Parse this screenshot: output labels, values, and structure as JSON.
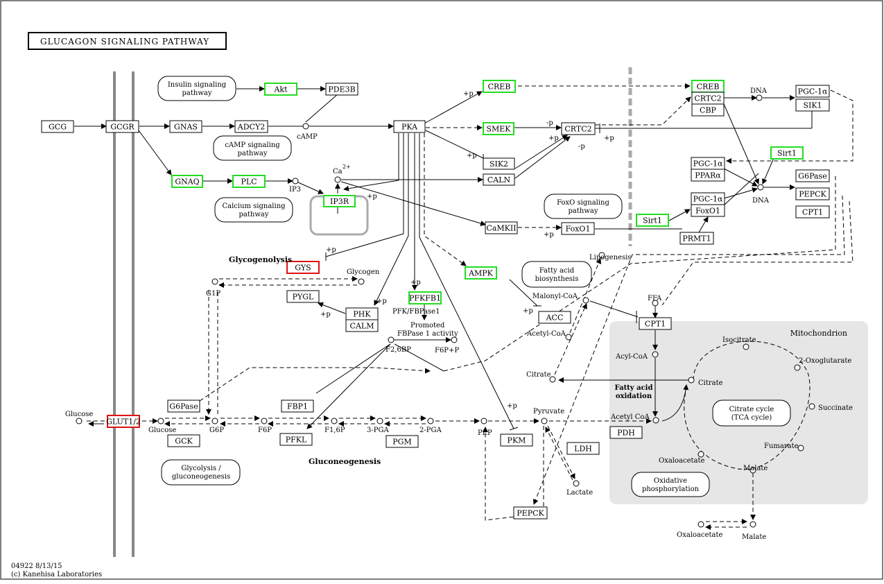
{
  "title": "GLUCAGON SIGNALING PATHWAY",
  "footer": {
    "id_date": "04922 8/13/15",
    "copyright": "(c) Kanehisa Laboratories"
  },
  "colors": {
    "gene_highlight_green": "#22dd22",
    "gene_highlight_red": "#e01010",
    "mitochondrion_fill": "#e6e6e6",
    "membrane": "#888888"
  },
  "genes": {
    "gcg": "GCG",
    "gcgr": "GCGR",
    "gnas": "GNAS",
    "adcy2": "ADCY2",
    "pka": "PKA",
    "akt": "Akt",
    "pde3b": "PDE3B",
    "gnaq": "GNAQ",
    "plc": "PLC",
    "ip3r": "IP3R",
    "creb1": "CREB",
    "smek": "SMEK",
    "sik2": "SIK2",
    "caln": "CALN",
    "crtc2a": "CRTC2",
    "camkii": "CaMKII",
    "foxo1a": "FoxO1",
    "creb2": "CREB",
    "crtc2b": "CRTC2",
    "cbp": "CBP",
    "pgc1a1": "PGC-1α",
    "sik1": "SIK1",
    "sirt1a": "Sirt1",
    "pgc1a2": "PGC-1α",
    "ppara": "PPARα",
    "pgc1a3": "PGC-1α",
    "foxo1b": "FoxO1",
    "sirt1b": "Sirt1",
    "prmt1": "PRMT1",
    "g6pase1": "G6Pase",
    "pepck1": "PEPCK",
    "cpt1a": "CPT1",
    "gys": "GYS",
    "pygl": "PYGL",
    "phk": "PHK",
    "calm": "CALM",
    "pfkfb1": "PFKFB1",
    "ampk": "AMPK",
    "acc": "ACC",
    "cpt1b": "CPT1",
    "g6pase2": "G6Pase",
    "gck": "GCK",
    "glut": "GLUT1/2",
    "fbp1": "FBP1",
    "pfkl": "PFKL",
    "pgm": "PGM",
    "pkm": "PKM",
    "ldh": "LDH",
    "pepck2": "PEPCK",
    "pdh": "PDH"
  },
  "pathways": {
    "insulin": [
      "Insulin signaling",
      "pathway"
    ],
    "camp": [
      "cAMP signaling",
      "pathway"
    ],
    "calcium": [
      "Calcium signaling",
      "pathway"
    ],
    "foxo": [
      "FoxO signaling",
      "pathway"
    ],
    "fatty_acid_bio": [
      "Fatty acid",
      "biosynthesis"
    ],
    "glycolysis": [
      "Glycolysis /",
      "gluconeogenesis"
    ],
    "tca": [
      "Citrate cycle",
      "(TCA cycle)"
    ],
    "oxphos": [
      "Oxidative",
      "phosphorylation"
    ]
  },
  "compounds": {
    "camp": "cAMP",
    "ca": "Ca",
    "ca_sup": "2+",
    "ip3": "IP3",
    "dna1": "DNA",
    "dna2": "DNA",
    "glycogen": "Glycogen",
    "g1p": "G1P",
    "pfk_fbpase": "PFK/FBPase1",
    "promoted": "Promoted",
    "fbpase_activity": "FBPase 1 activity",
    "f26bp": "F2,6BP",
    "f6pp": "F6P+P",
    "lipogenesis": "Lipogenesis",
    "malonyl_coa": "Malonyl-CoA",
    "acetyl_coa_cyto": "Acetyl-CoA",
    "citrate_cyto": "Citrate",
    "ffa": "FFA",
    "acyl_coa": "Acyl-CoA",
    "fa_ox1": "Fatty acid",
    "fa_ox2": "oxidation",
    "acetyl_coa_mito": "Acetyl CoA",
    "citrate_mito": "Citrate",
    "isocitrate": "Isocitrate",
    "oxoglutarate": "2-Oxoglutarate",
    "succinate": "Succinate",
    "fumarate": "Fumarate",
    "malate_mito": "Malate",
    "oxaloacetate_mito": "Oxaloacetate",
    "glucose_out": "Glucose",
    "glucose_in": "Glucose",
    "g6p": "G6P",
    "f6p": "F6P",
    "f16p": "F1,6P",
    "pga3": "3-PGA",
    "pga2": "2-PGA",
    "pep": "PEP",
    "pyruvate": "Pyruvate",
    "lactate": "Lactate",
    "oxaloacetate_cyto": "Oxaloacetate",
    "malate_cyto": "Malate"
  },
  "labels": {
    "glycogenolysis": "Glycogenolysis",
    "gluconeogenesis": "Gluconeogenesis",
    "mitochondrion": "Mitochondrion",
    "plus_p": "+p",
    "minus_p": "-p"
  }
}
